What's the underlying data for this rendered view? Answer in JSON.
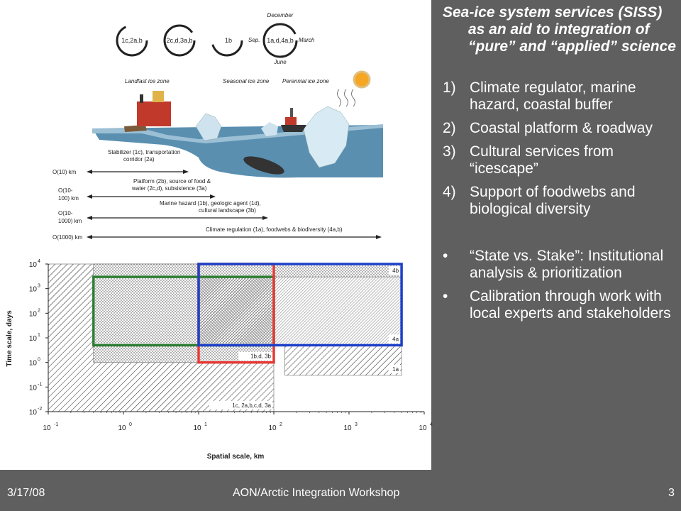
{
  "panel": {
    "title": "Sea-ice system services (SISS) as an aid to integration of “pure” and “applied” science",
    "numbered": [
      {
        "num": "1)",
        "text": "Climate regulator, marine hazard, coastal buffer"
      },
      {
        "num": "2)",
        "text": "Coastal platform & roadway"
      },
      {
        "num": "3)",
        "text": "Cultural services from “icescape”"
      },
      {
        "num": "4)",
        "text": "Support of foodwebs and biological diversity"
      }
    ],
    "bullets": [
      {
        "text": "“State vs. Stake”: Institutional analysis & prioritization"
      },
      {
        "text": "Calibration through work with local experts and stakeholders"
      }
    ],
    "bullet_glyph": "•"
  },
  "footer": {
    "date": "3/17/08",
    "title": "AON/Arctic Integration Workshop",
    "page": "3"
  },
  "diagram": {
    "cycles": [
      {
        "label": "1c,2a,b"
      },
      {
        "label": "2c,d,3a,b"
      },
      {
        "label": "1b"
      },
      {
        "label": "1a,d,4a,b"
      }
    ],
    "months": {
      "top": "December",
      "left": "Sep.",
      "right": "March",
      "bottom": "June"
    },
    "zones": [
      "Landfast ice zone",
      "Seasonal ice zone",
      "Perennial ice zone"
    ],
    "ranges": [
      {
        "scale": "O(10) km",
        "label": [
          "Stabilizer (1c), transportation",
          "corridor (2a)"
        ]
      },
      {
        "scale": [
          "O(10-",
          "100) km"
        ],
        "label": [
          "Platform (2b), source of food &",
          "water (2c,d), subsistence (3a)"
        ]
      },
      {
        "scale": [
          "O(10-",
          "1000) km"
        ],
        "label": [
          "Marine hazard (1b), geologic agent (1d),",
          "cultural landscape (3b)"
        ]
      },
      {
        "scale": "O(1000) km",
        "label": [
          "Climate regulation (1a), foodwebs & biodiversity (4a,b)"
        ]
      }
    ]
  },
  "chart_data": {
    "type": "scatter",
    "xlabel": "Spatial scale, km",
    "ylabel": "Time scale, days",
    "xscale": "log",
    "yscale": "log",
    "xlim": [
      0.1,
      10000
    ],
    "ylim": [
      0.01,
      10000
    ],
    "xticks": [
      "10",
      "10",
      "10",
      "10",
      "10",
      "10"
    ],
    "xticks_exp": [
      "-1",
      "0",
      "1",
      "2",
      "3",
      "4"
    ],
    "yticks": [
      "10",
      "10",
      "10",
      "10",
      "10",
      "10",
      "10"
    ],
    "yticks_exp": [
      "-2",
      "-1",
      "0",
      "1",
      "2",
      "3",
      "4"
    ],
    "regions": [
      {
        "label": "1c, 2a,b,c,d, 3a",
        "x": [
          0.1,
          100
        ],
        "y": [
          0.01,
          10000
        ],
        "pattern": "diagonal-hatch"
      },
      {
        "label": "1b,d, 3b",
        "x": [
          0.4,
          100
        ],
        "y": [
          1,
          10000
        ],
        "pattern": "stipple"
      },
      {
        "label": "4a",
        "x": [
          10,
          5000
        ],
        "y": [
          5,
          10000
        ],
        "pattern": "fine-hatch"
      },
      {
        "label": "4b",
        "x": [
          10,
          5000
        ],
        "y": [
          3000,
          10000
        ],
        "pattern": "stipple"
      },
      {
        "label": "1a",
        "x": [
          140,
          5000
        ],
        "y": [
          0.3,
          5
        ],
        "pattern": "diagonal-hatch"
      }
    ],
    "boxes": [
      {
        "color": "#2e7d32",
        "x": [
          0.4,
          100
        ],
        "y": [
          5,
          3000
        ]
      },
      {
        "color": "#e53935",
        "x": [
          10,
          100
        ],
        "y": [
          1,
          10000
        ]
      },
      {
        "color": "#1e40c8",
        "x": [
          10,
          5000
        ],
        "y": [
          5,
          10000
        ]
      }
    ]
  }
}
